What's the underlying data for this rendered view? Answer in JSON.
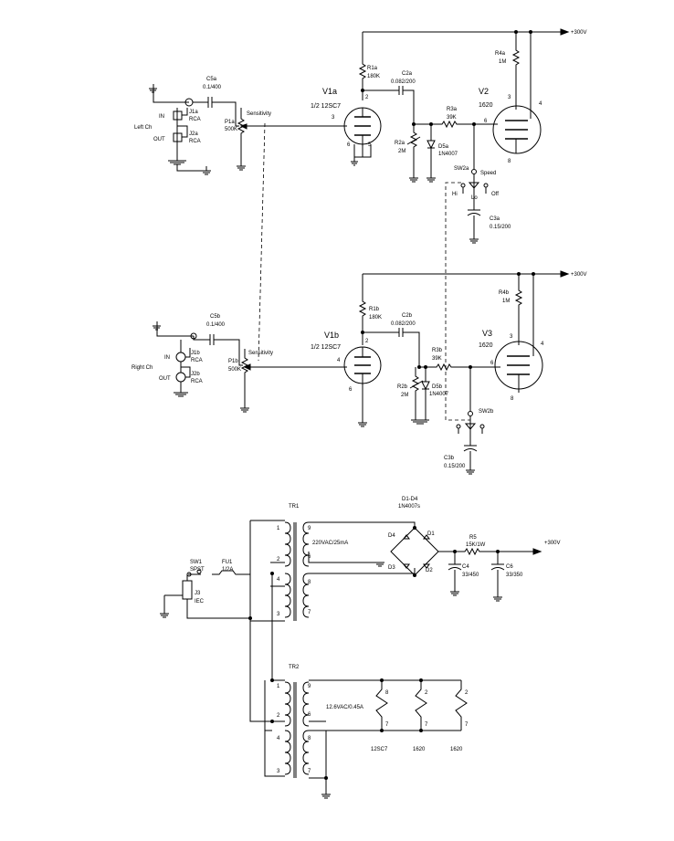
{
  "rails": {
    "plus300_a": "+300V",
    "plus300_b": "+300V",
    "plus300_c": "+300V"
  },
  "left_channel": {
    "label": "Left Ch",
    "in": "IN",
    "out": "OUT",
    "c5a": {
      "ref": "C5a",
      "val": "0.1/400"
    },
    "j1a": {
      "ref": "J1a",
      "val": "RCA"
    },
    "j2a": {
      "ref": "J2a",
      "val": "RCA"
    },
    "p1a": {
      "ref": "P1a",
      "val": "500K",
      "name": "Sensitivity"
    },
    "v1a": {
      "ref": "V1a",
      "type": "1/2 12SC7"
    },
    "r1a": {
      "ref": "R1a",
      "val": "180K"
    },
    "c2a": {
      "ref": "C2a",
      "val": "0.082/200"
    },
    "r2a": {
      "ref": "R2a",
      "val": "2M"
    },
    "d5a": {
      "ref": "D5a",
      "val": "1N4007"
    },
    "r3a": {
      "ref": "R3a",
      "val": "39K"
    },
    "r4a": {
      "ref": "R4a",
      "val": "1M"
    },
    "v2": {
      "ref": "V2",
      "type": "1620"
    },
    "sw2a": {
      "ref": "SW2a",
      "name": "Speed"
    },
    "hi": "Hi",
    "lo": "Lo",
    "off": "Off",
    "c3a": {
      "ref": "C3a",
      "val": "0.15/200"
    }
  },
  "right_channel": {
    "label": "Right Ch",
    "in": "IN",
    "out": "OUT",
    "c5b": {
      "ref": "C5b",
      "val": "0.1/400"
    },
    "j1b": {
      "ref": "J1b",
      "val": "RCA"
    },
    "j2b": {
      "ref": "J2b",
      "val": "RCA"
    },
    "p1b": {
      "ref": "P1b",
      "val": "500K",
      "name": "Sensitivity"
    },
    "v1b": {
      "ref": "V1b",
      "type": "1/2 12SC7"
    },
    "r1b": {
      "ref": "R1b",
      "val": "180K"
    },
    "c2b": {
      "ref": "C2b",
      "val": "0.082/200"
    },
    "r2b": {
      "ref": "R2b",
      "val": "2M"
    },
    "d5b": {
      "ref": "D5b",
      "val": "1N4007"
    },
    "r3b": {
      "ref": "R3b",
      "val": "39K"
    },
    "r4b": {
      "ref": "R4b",
      "val": "1M"
    },
    "v3": {
      "ref": "V3",
      "type": "1620"
    },
    "sw2b": {
      "ref": "SW2b"
    },
    "c3b": {
      "ref": "C3b",
      "val": "0.15/200"
    }
  },
  "supply": {
    "tr1": "TR1",
    "tr2": "TR2",
    "d1d4": {
      "ref": "D1-D4",
      "val": "1N4007s"
    },
    "hv": "220VAC/25mA",
    "heater": "12.6VAC/0.45A",
    "sw1": {
      "ref": "SW1",
      "val": "SPST"
    },
    "fu1": {
      "ref": "FU1",
      "val": "1/2A"
    },
    "j3": {
      "ref": "J3",
      "val": "IEC"
    },
    "r5": {
      "ref": "R5",
      "val": "15K/1W"
    },
    "c4": {
      "ref": "C4",
      "val": "33/450"
    },
    "c6": {
      "ref": "C6",
      "val": "33/350"
    },
    "d_labels": [
      "D1",
      "D2",
      "D3",
      "D4"
    ],
    "tubes": [
      "12SC7",
      "1620",
      "1620"
    ]
  }
}
